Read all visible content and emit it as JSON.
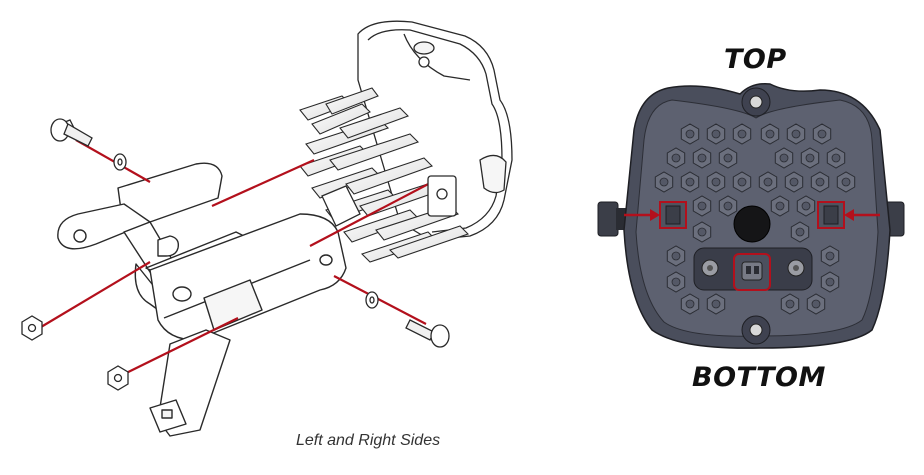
{
  "labels": {
    "top": "TOP",
    "bottom": "BOTTOM",
    "caption": "Left and Right Sides"
  },
  "colors": {
    "accent_red": "#b3101c",
    "line_dark": "#2a2a2a",
    "housing_dark": "#4a4e5c",
    "housing_mid": "#5d6170",
    "lens_fill": "#6b6f7d"
  }
}
